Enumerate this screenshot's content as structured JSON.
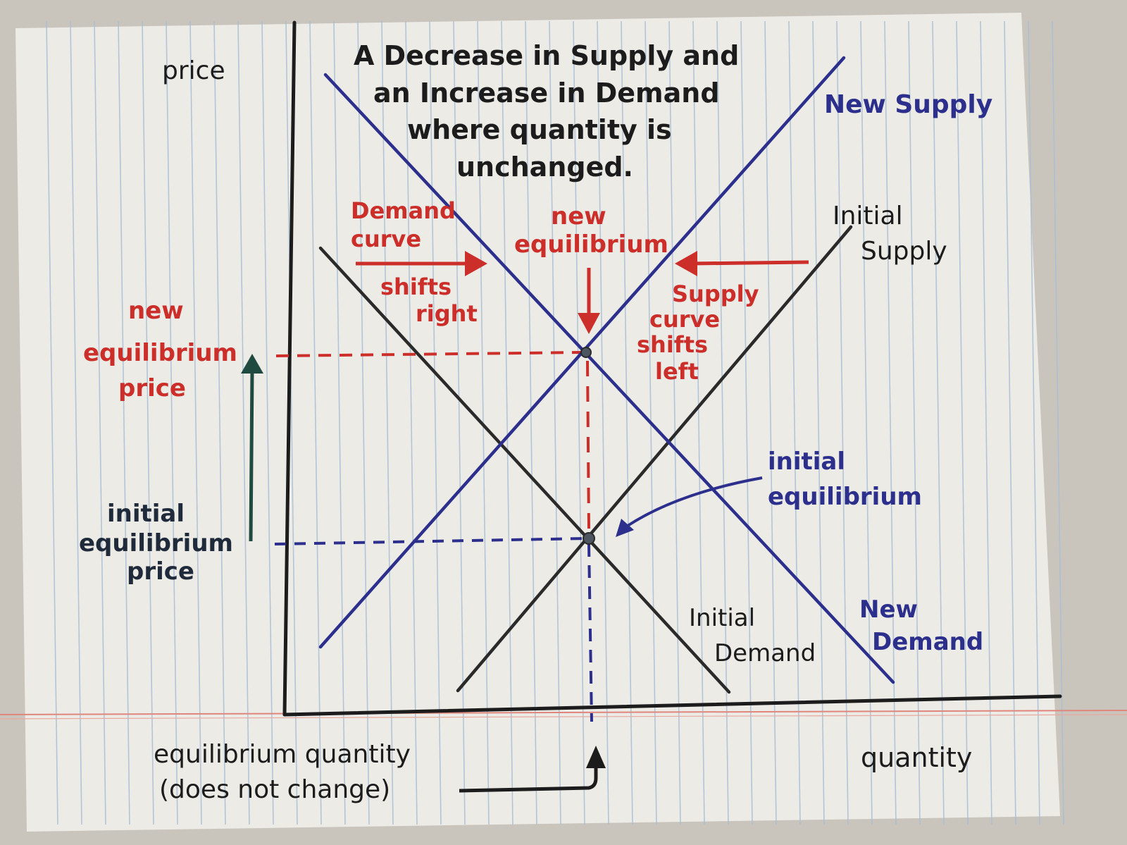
{
  "title": {
    "line1": "A Decrease in Supply and",
    "line2": "an Increase in Demand",
    "line3": "where quantity is",
    "line4": "unchanged."
  },
  "axes": {
    "y_label": "price",
    "x_label": "quantity"
  },
  "curves": {
    "initial_supply": {
      "line1": "Initial",
      "line2": "Supply"
    },
    "new_supply": "New Supply",
    "initial_demand": {
      "line1": "Initial",
      "line2": "Demand"
    },
    "new_demand": {
      "line1": "New",
      "line2": "Demand"
    }
  },
  "annotations": {
    "demand_shift": {
      "line1": "Demand",
      "line2": "curve",
      "line3": "shifts",
      "line4": "right"
    },
    "supply_shift": {
      "line1": "Supply",
      "line2": "curve",
      "line3": "shifts",
      "line4": "left"
    },
    "new_equilibrium": {
      "line1": "new",
      "line2": "equilibrium"
    },
    "new_equilibrium_price": {
      "line1": "new",
      "line2": "equilibrium",
      "line3": "price"
    },
    "initial_equilibrium_price": {
      "line1": "initial",
      "line2": "equilibrium",
      "line3": "price"
    },
    "initial_equilibrium": {
      "line1": "initial",
      "line2": "equilibrium"
    },
    "equilibrium_quantity": {
      "line1": "equilibrium quantity",
      "line2": "(does not change)"
    }
  },
  "colors": {
    "paper": "#ecebe6",
    "rule_line": "#a9bfd6",
    "margin_line": "#e0867d",
    "black_ink": "#1c1c1c",
    "blue_ink": "#2c2f8c",
    "red_ink": "#cc2e2a",
    "green_ink": "#1f4a40"
  }
}
